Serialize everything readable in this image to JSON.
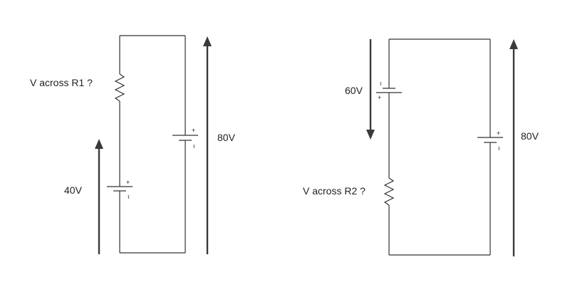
{
  "circuit_left": {
    "resistor_label": "V across R1 ?",
    "battery_small": {
      "voltage": "40V",
      "plus": "+",
      "minus": "ı"
    },
    "battery_large": {
      "voltage": "80V",
      "plus": "+",
      "minus": "ı"
    }
  },
  "circuit_right": {
    "resistor_label": "V across R2 ?",
    "battery_small": {
      "voltage": "60V",
      "plus": "+",
      "minus": "ı"
    },
    "battery_large": {
      "voltage": "80V",
      "plus": "+",
      "minus": "ı"
    }
  },
  "colors": {
    "wire": "#333333",
    "arrow": "#3a3a3a",
    "text": "#222222"
  }
}
